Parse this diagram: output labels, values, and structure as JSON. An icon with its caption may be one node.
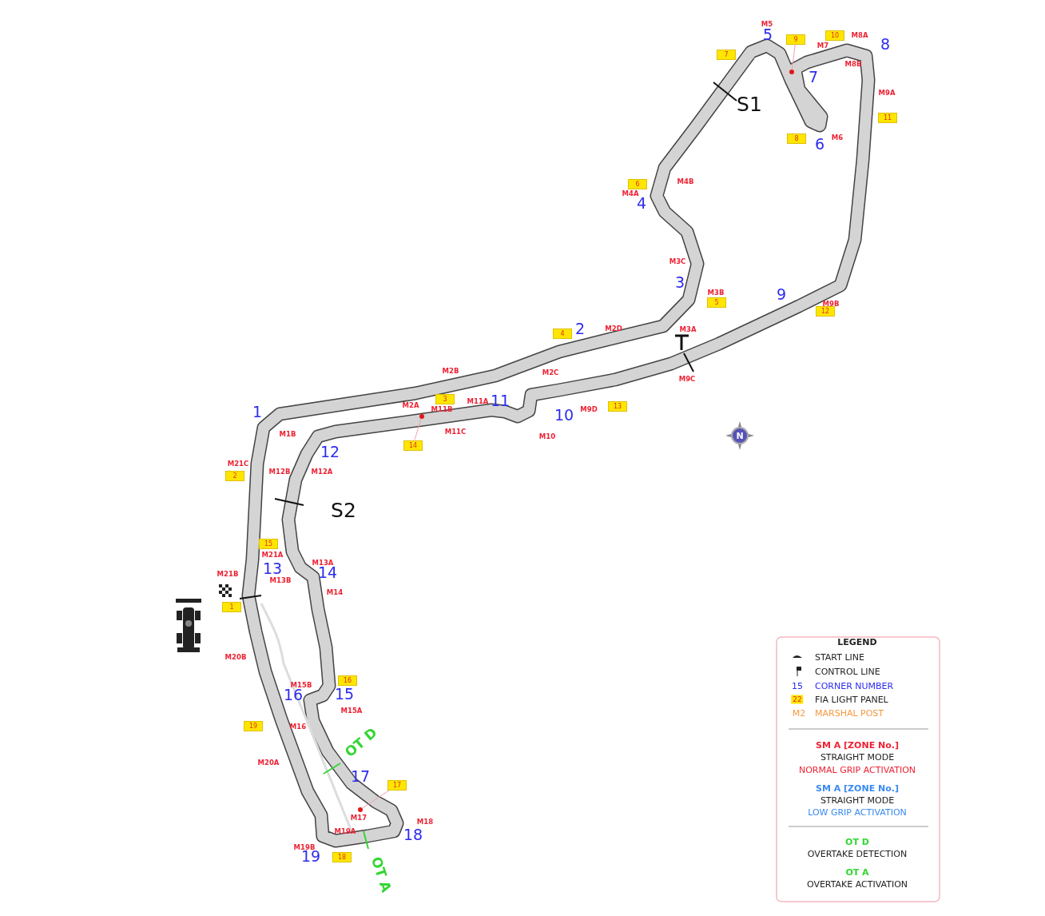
{
  "diagram": {
    "nodes": [
      {
        "text": [
          "1"
        ]
      },
      {
        "text": [
          "2"
        ]
      },
      {
        "text": [
          "3"
        ]
      },
      {
        "text": [
          "4"
        ]
      },
      {
        "text": [
          "5"
        ]
      },
      {
        "text": [
          "6"
        ]
      },
      {
        "text": [
          "7"
        ]
      },
      {
        "text": [
          "8"
        ]
      },
      {
        "text": [
          "9"
        ]
      },
      {
        "text": [
          "10"
        ]
      },
      {
        "text": [
          "11"
        ]
      },
      {
        "text": [
          "12"
        ]
      },
      {
        "text": [
          "13"
        ]
      },
      {
        "text": [
          "14"
        ]
      },
      {
        "text": [
          "15"
        ]
      },
      {
        "text": [
          "16"
        ]
      },
      {
        "text": [
          "17"
        ]
      },
      {
        "text": [
          "18"
        ]
      },
      {
        "text": [
          "19"
        ]
      },
      {
        "text": [],
        "shape": "circle"
      },
      {
        "text": [],
        "shape": "circle"
      },
      {
        "text": [],
        "shape": "circle"
      }
    ],
    "edges": [
      {
        "from": 8,
        "to": 19,
        "arrow": "none"
      },
      {
        "from": 13,
        "to": 20,
        "arrow": "none"
      },
      {
        "from": 16,
        "to": 21,
        "arrow": "none"
      }
    ],
    "labels": [
      "1",
      "2",
      "3",
      "4",
      "5",
      "6",
      "7",
      "8",
      "9",
      "10",
      "11",
      "12",
      "13",
      "14",
      "15",
      "16",
      "17",
      "18",
      "19",
      "M5",
      "M7",
      "M8A",
      "M8B",
      "M9A",
      "M6",
      "M4B",
      "M4A",
      "M3C",
      "M3B",
      "M3A",
      "M2D",
      "M9B",
      "M2B",
      "M2C",
      "M9C",
      "M2A",
      "M11B",
      "M11A",
      "M9D",
      "M11C",
      "M10",
      "M1B",
      "M12B",
      "M12A",
      "M21C",
      "M21A",
      "M13A",
      "M21B",
      "M13B",
      "M14",
      "M20B",
      "M15B",
      "M15A",
      "M16",
      "M20A",
      "M17",
      "M18",
      "M19A",
      "M19B",
      "S1",
      "S2",
      "OT D",
      "OT A",
      "N",
      "LEGEND",
      "15",
      "22",
      "M2",
      "SM A [ZONE No.]",
      "STRAIGHT MODE",
      "NORMAL GRIP ACTIVATION",
      "SM A [ZONE No.]",
      "STRAIGHT MODE",
      "LOW GRIP ACTIVATION",
      "OT D",
      "OVERTAKE DETECTION",
      "OT A",
      "OVERTAKE ACTIVATION"
    ],
    "legend": [
      {
        "text": "START LINE"
      },
      {
        "text": "CONTROL LINE"
      },
      {
        "text": "CORNER NUMBER"
      },
      {
        "text": "FIA LIGHT PANEL",
        "color": "#ffe600"
      },
      {
        "text": "MARSHAL POST"
      }
    ]
  }
}
